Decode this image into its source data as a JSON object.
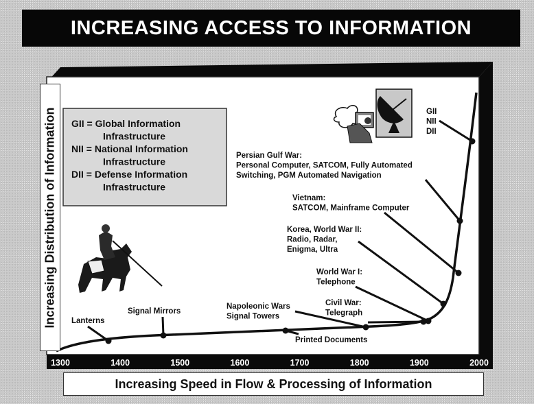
{
  "title": "INCREASING ACCESS TO INFORMATION",
  "y_axis_label": "Increasing Distribution of Information",
  "x_axis_label": "Increasing Speed in Flow & Processing of Information",
  "legend": {
    "lines": [
      "GII = Global Information",
      "Infrastructure",
      "NII = National Information",
      "Infrastructure",
      "DII = Defense Information",
      "Infrastructure"
    ]
  },
  "icons": {
    "knight": "knight-on-horse-icon",
    "computer": "computer-user-icon",
    "satellite": "satellite-dish-icon"
  },
  "chart_data": {
    "type": "line",
    "x_ticks": [
      "1300",
      "1400",
      "1500",
      "1600",
      "1700",
      "1800",
      "1900",
      "2000"
    ],
    "xlim": [
      1300,
      2000
    ],
    "annotations": [
      {
        "name": "lanterns",
        "lines": [
          "Lanterns"
        ]
      },
      {
        "name": "signal-mirrors",
        "lines": [
          "Signal Mirrors"
        ]
      },
      {
        "name": "napoleonic",
        "lines": [
          "Napoleonic Wars",
          "Signal Towers"
        ]
      },
      {
        "name": "printed",
        "lines": [
          "Printed Documents"
        ]
      },
      {
        "name": "civil-war",
        "lines": [
          "Civil War:",
          "Telegraph"
        ]
      },
      {
        "name": "ww1",
        "lines": [
          "World War I:",
          "Telephone"
        ]
      },
      {
        "name": "korea-ww2",
        "lines": [
          "Korea, World War II:",
          "Radio, Radar,",
          "Enigma, Ultra"
        ]
      },
      {
        "name": "vietnam",
        "lines": [
          "Vietnam:",
          "SATCOM, Mainframe Computer"
        ]
      },
      {
        "name": "persian-gulf",
        "lines": [
          "Persian Gulf War:",
          "Personal Computer, SATCOM, Fully Automated",
          "Switching, PGM Automated Navigation"
        ]
      },
      {
        "name": "gii-nii-dii",
        "lines": [
          "GII",
          "NII",
          "DII"
        ]
      }
    ]
  }
}
